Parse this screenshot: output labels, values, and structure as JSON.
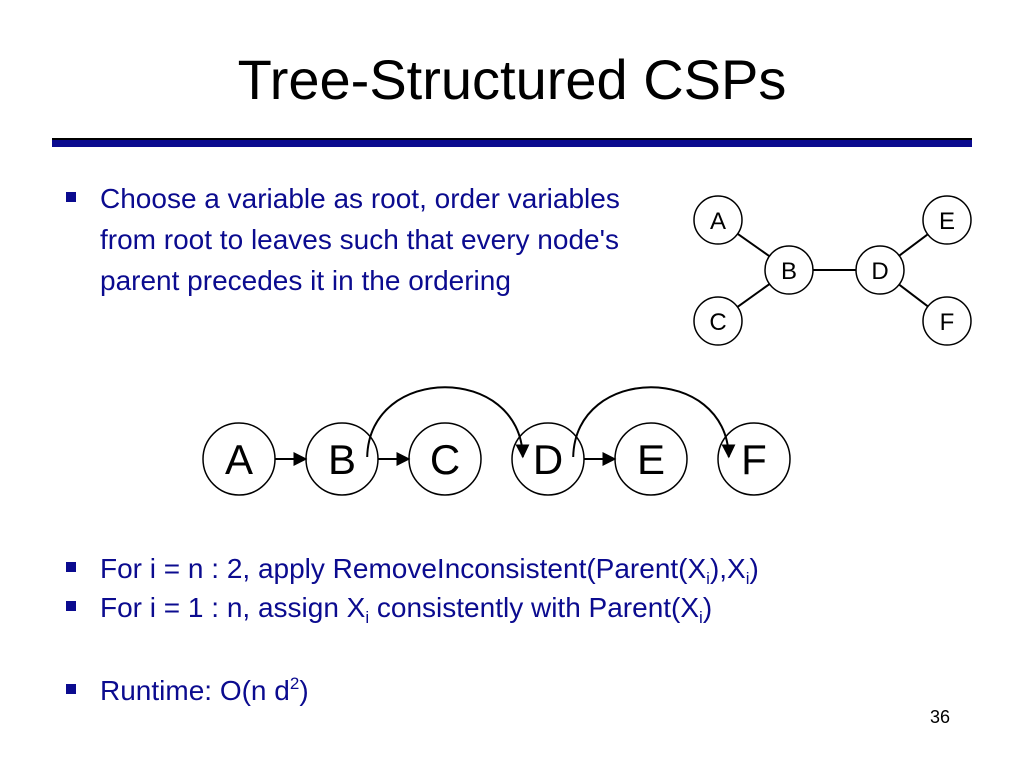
{
  "slide": {
    "title": "Tree-Structured CSPs",
    "bullet1": "Choose a variable as root, order variables from root to leaves such that every node's parent precedes it in the ordering",
    "bullet2": {
      "lead": "For i = n : 2, apply RemoveInconsistent(Parent(X",
      "sub1": "i",
      "mid": "),X",
      "sub2": "i",
      "tail": ")"
    },
    "bullet3": {
      "lead": "For i = 1 : n, assign X",
      "sub1": "i",
      "mid": " consistently with Parent(X",
      "sub2": "i",
      "tail": ")"
    },
    "bullet4": {
      "lead": "Runtime: O(n d",
      "sup": "2",
      "tail": ")"
    },
    "slide_number": "36"
  },
  "tree": {
    "nodes": [
      "A",
      "B",
      "C",
      "D",
      "E",
      "F"
    ],
    "edges": [
      [
        "A",
        "B"
      ],
      [
        "C",
        "B"
      ],
      [
        "B",
        "D"
      ],
      [
        "D",
        "E"
      ],
      [
        "D",
        "F"
      ]
    ]
  },
  "ordering": {
    "nodes": [
      "A",
      "B",
      "C",
      "D",
      "E",
      "F"
    ],
    "arrows": [
      [
        "A",
        "B"
      ],
      [
        "B",
        "C"
      ],
      [
        "B",
        "D"
      ],
      [
        "D",
        "E"
      ],
      [
        "D",
        "F"
      ]
    ]
  },
  "colors": {
    "text_blue": "#0b0b8f",
    "rule_blue": "#0b0b8f",
    "ink": "#000000"
  }
}
